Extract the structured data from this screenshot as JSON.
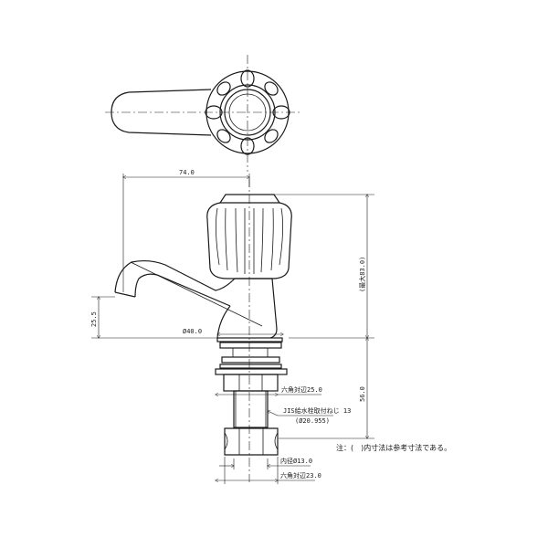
{
  "dimensions": {
    "width_74": "74.0",
    "height_max": "(最大83.0)",
    "spout_height": "25.5",
    "base_dia": "Ø40.0",
    "hex_across_upper": "六角対辺25.0",
    "thread": "JIS給水栓取付ねじ 13",
    "thread_dia": "(Ø20.955)",
    "shank_length": "56.0",
    "inner_dia": "内径Ø13.0",
    "hex_across_lower": "六角対辺23.0"
  },
  "note": "注：(　)内寸法は参考寸法である。"
}
